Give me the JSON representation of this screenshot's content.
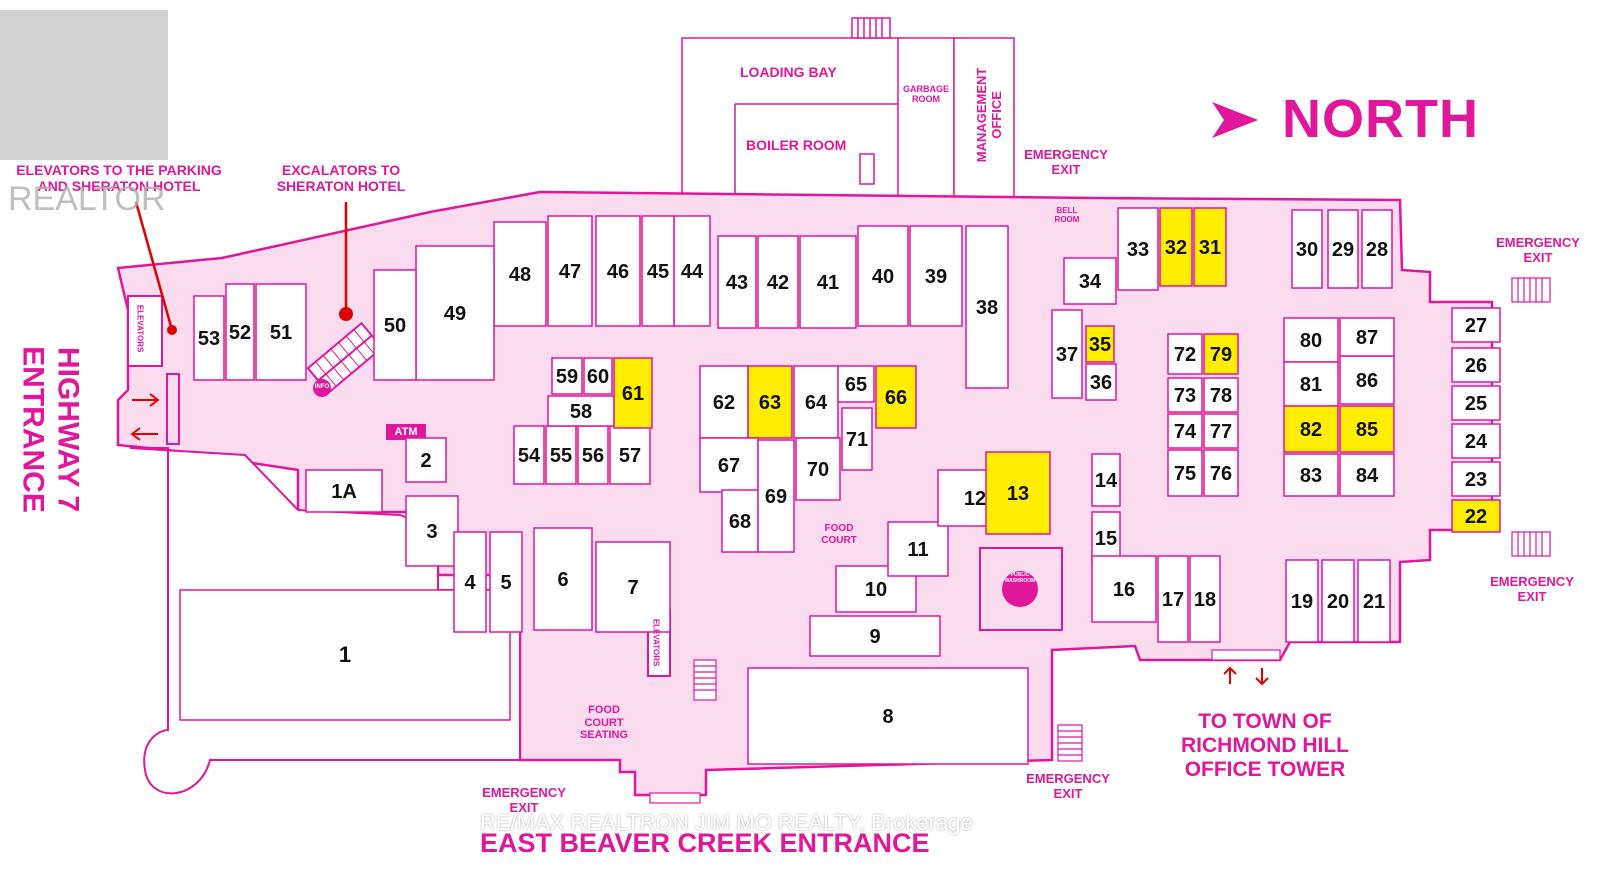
{
  "colors": {
    "accent": "#e0179a",
    "floor": "#fbdcee",
    "leased": "#ffee00",
    "unit": "#ffffff"
  },
  "compass": {
    "label": "NORTH"
  },
  "entrances": {
    "highway7": "HIGHWAY 7\nENTRANCE",
    "east_beaver_creek": "EAST BEAVER CREEK ENTRANCE",
    "richmond_hill": "TO TOWN OF\nRICHMOND HILL\nOFFICE TOWER"
  },
  "service_rooms": {
    "loading_bay": "LOADING BAY",
    "boiler_room": "BOILER ROOM",
    "garbage_room": "GARBAGE\nROOM",
    "management_office": "MANAGEMENT\nOFFICE",
    "bell_room": "BELL\nROOM"
  },
  "annotations": {
    "elevators_parking": "ELEVATORS TO THE PARKING\nAND SHERATON HOTEL",
    "excalators_sheraton": "EXCALATORS TO\nSHERATON HOTEL",
    "elevators_label": "ELEVATORS",
    "atm": "ATM",
    "info": "INFO",
    "food_court": "FOOD\nCOURT",
    "food_court_seating": "FOOD\nCOURT\nSEATING",
    "public_washroom": "PUBLIC\nWASHROOM"
  },
  "emergency_exits": [
    "EMERGENCY\nEXIT",
    "EMERGENCY\nEXIT",
    "EMERGENCY\nEXIT",
    "EMERGENCY\nEXIT",
    "EMERGENCY\nEXIT"
  ],
  "units": [
    {
      "id": "1",
      "highlight": false
    },
    {
      "id": "1A",
      "highlight": false
    },
    {
      "id": "2",
      "highlight": false
    },
    {
      "id": "3",
      "highlight": false
    },
    {
      "id": "4",
      "highlight": false
    },
    {
      "id": "5",
      "highlight": false
    },
    {
      "id": "6",
      "highlight": false
    },
    {
      "id": "7",
      "highlight": false
    },
    {
      "id": "8",
      "highlight": false
    },
    {
      "id": "9",
      "highlight": false
    },
    {
      "id": "10",
      "highlight": false
    },
    {
      "id": "11",
      "highlight": false
    },
    {
      "id": "12",
      "highlight": false
    },
    {
      "id": "13",
      "highlight": true
    },
    {
      "id": "14",
      "highlight": false
    },
    {
      "id": "15",
      "highlight": false
    },
    {
      "id": "16",
      "highlight": false
    },
    {
      "id": "17",
      "highlight": false
    },
    {
      "id": "18",
      "highlight": false
    },
    {
      "id": "19",
      "highlight": false
    },
    {
      "id": "20",
      "highlight": false
    },
    {
      "id": "21",
      "highlight": false
    },
    {
      "id": "22",
      "highlight": true
    },
    {
      "id": "23",
      "highlight": false
    },
    {
      "id": "24",
      "highlight": false
    },
    {
      "id": "25",
      "highlight": false
    },
    {
      "id": "26",
      "highlight": false
    },
    {
      "id": "27",
      "highlight": false
    },
    {
      "id": "28",
      "highlight": false
    },
    {
      "id": "29",
      "highlight": false
    },
    {
      "id": "30",
      "highlight": false
    },
    {
      "id": "31",
      "highlight": true
    },
    {
      "id": "32",
      "highlight": true
    },
    {
      "id": "33",
      "highlight": false
    },
    {
      "id": "34",
      "highlight": false
    },
    {
      "id": "35",
      "highlight": true
    },
    {
      "id": "36",
      "highlight": false
    },
    {
      "id": "37",
      "highlight": false
    },
    {
      "id": "38",
      "highlight": false
    },
    {
      "id": "39",
      "highlight": false
    },
    {
      "id": "40",
      "highlight": false
    },
    {
      "id": "41",
      "highlight": false
    },
    {
      "id": "42",
      "highlight": false
    },
    {
      "id": "43",
      "highlight": false
    },
    {
      "id": "44",
      "highlight": false
    },
    {
      "id": "45",
      "highlight": false
    },
    {
      "id": "46",
      "highlight": false
    },
    {
      "id": "47",
      "highlight": false
    },
    {
      "id": "48",
      "highlight": false
    },
    {
      "id": "49",
      "highlight": false
    },
    {
      "id": "50",
      "highlight": false
    },
    {
      "id": "51",
      "highlight": false
    },
    {
      "id": "52",
      "highlight": false
    },
    {
      "id": "53",
      "highlight": false
    },
    {
      "id": "54",
      "highlight": false
    },
    {
      "id": "55",
      "highlight": false
    },
    {
      "id": "56",
      "highlight": false
    },
    {
      "id": "57",
      "highlight": false
    },
    {
      "id": "58",
      "highlight": false
    },
    {
      "id": "59",
      "highlight": false
    },
    {
      "id": "60",
      "highlight": false
    },
    {
      "id": "61",
      "highlight": true
    },
    {
      "id": "62",
      "highlight": false
    },
    {
      "id": "63",
      "highlight": true
    },
    {
      "id": "64",
      "highlight": false
    },
    {
      "id": "65",
      "highlight": false
    },
    {
      "id": "66",
      "highlight": true
    },
    {
      "id": "67",
      "highlight": false
    },
    {
      "id": "68",
      "highlight": false
    },
    {
      "id": "69",
      "highlight": false
    },
    {
      "id": "70",
      "highlight": false
    },
    {
      "id": "71",
      "highlight": false
    },
    {
      "id": "72",
      "highlight": false
    },
    {
      "id": "73",
      "highlight": false
    },
    {
      "id": "74",
      "highlight": false
    },
    {
      "id": "75",
      "highlight": false
    },
    {
      "id": "76",
      "highlight": false
    },
    {
      "id": "77",
      "highlight": false
    },
    {
      "id": "78",
      "highlight": false
    },
    {
      "id": "79",
      "highlight": true
    },
    {
      "id": "80",
      "highlight": false
    },
    {
      "id": "81",
      "highlight": false
    },
    {
      "id": "82",
      "highlight": true
    },
    {
      "id": "83",
      "highlight": false
    },
    {
      "id": "84",
      "highlight": false
    },
    {
      "id": "85",
      "highlight": true
    },
    {
      "id": "86",
      "highlight": false
    },
    {
      "id": "87",
      "highlight": false
    }
  ],
  "watermarks": {
    "brand": "REALTOR",
    "brokerage": "RE/MAX REALTRON JIM MO REALTY, Brokerage"
  }
}
